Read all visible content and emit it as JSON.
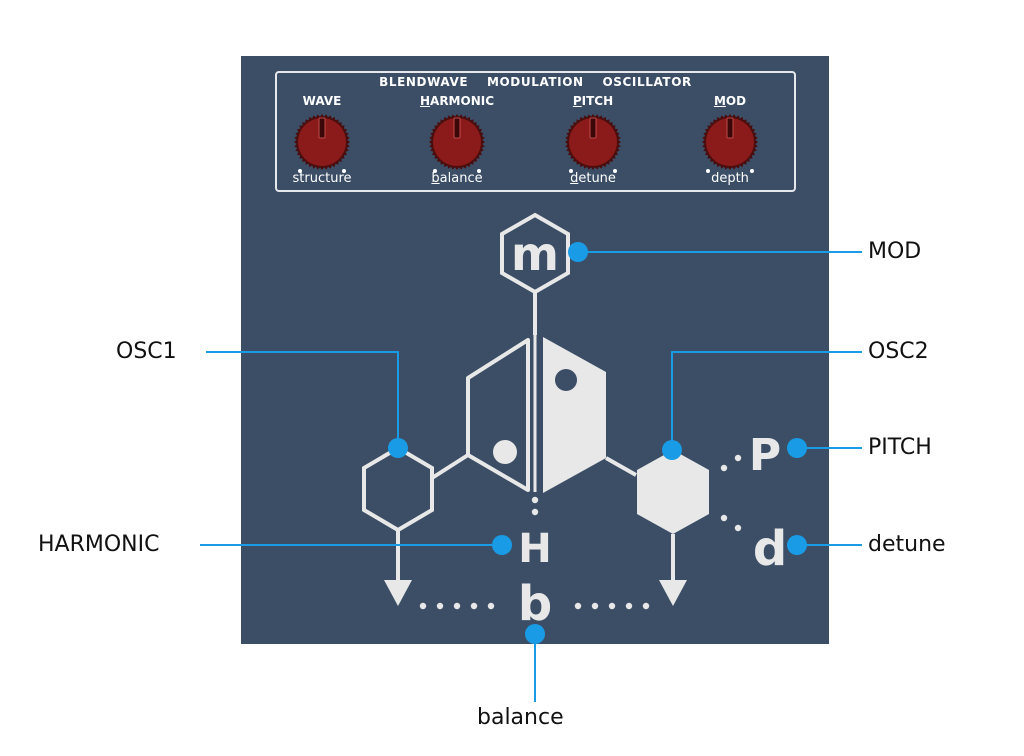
{
  "panel": {
    "title": "BLENDWAVE MODULATION OSCILLATOR",
    "knobs": [
      {
        "label": "WAVE",
        "underline": "",
        "rest": "WAVE",
        "sub_underline": "",
        "sub_rest": "structure"
      },
      {
        "label": "HARMONIC",
        "underline": "H",
        "rest": "ARMONIC",
        "sub_underline": "b",
        "sub_rest": "alance"
      },
      {
        "label": "PITCH",
        "underline": "P",
        "rest": "ITCH",
        "sub_underline": "d",
        "sub_rest": "etune"
      },
      {
        "label": "MOD",
        "underline": "M",
        "rest": "OD",
        "sub_underline": "",
        "sub_rest": "depth"
      }
    ]
  },
  "diagram": {
    "mod_letter": "m",
    "harmonic_letter": "H",
    "balance_letter": "b",
    "pitch_letter": "P",
    "detune_letter": "d"
  },
  "callouts": {
    "mod": "MOD",
    "osc1": "OSC1",
    "osc2": "OSC2",
    "pitch": "PITCH",
    "harmonic": "HARMONIC",
    "detune": "detune",
    "balance": "balance"
  },
  "colors": {
    "panel": "#3b4e66",
    "knob": "#8b1a1a",
    "accent": "#1a9be6",
    "glyph": "#e8e8e8"
  }
}
